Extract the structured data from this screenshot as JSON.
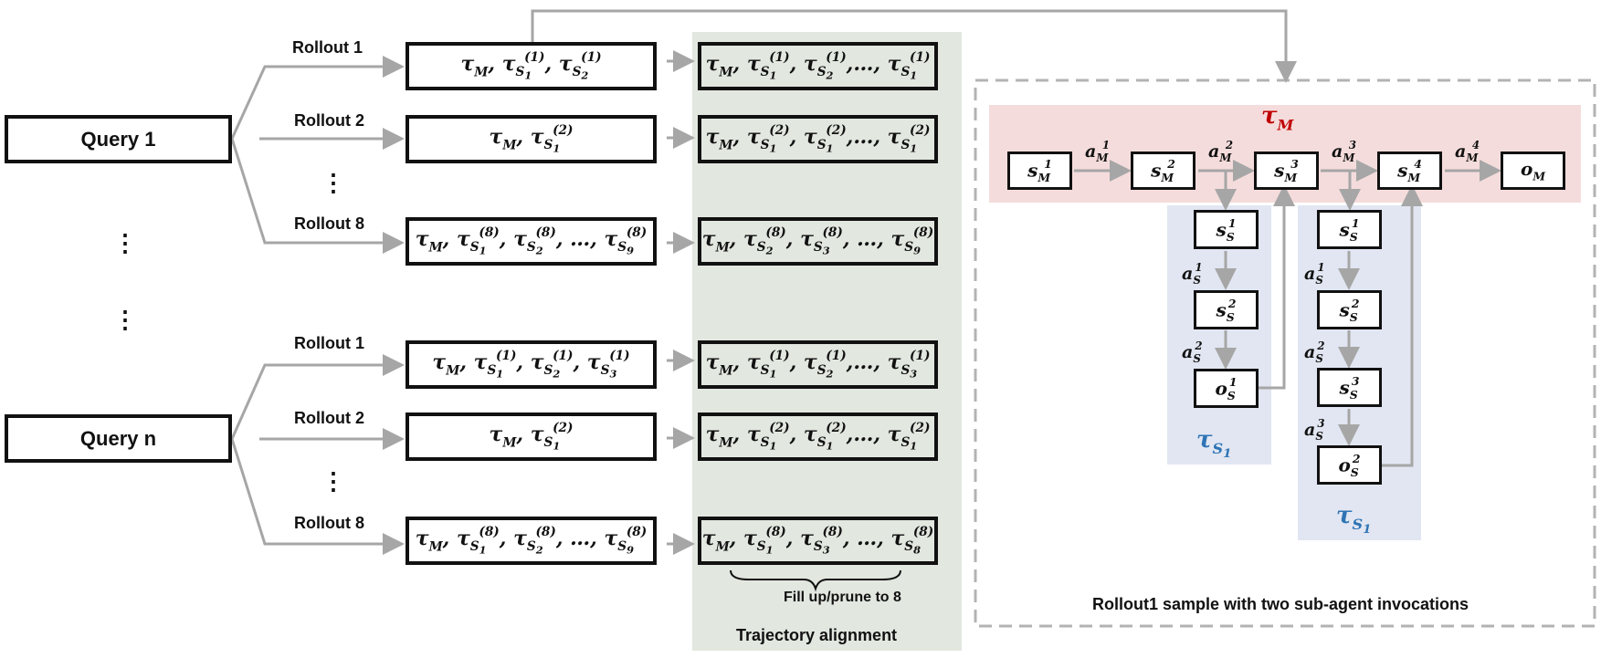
{
  "queries": [
    "Query 1",
    "Query n"
  ],
  "rollout_labels": {
    "r1": "Rollout 1",
    "r2": "Rollout 2",
    "r8": "Rollout 8"
  },
  "dots": "⋮",
  "panels": {
    "alignment_caption": "Trajectory alignment",
    "fill_note": "Fill up/prune to 8",
    "sample_caption": "Rollout1 sample with two sub-agent invocations"
  },
  "symbols": {
    "tau": "τ",
    "main_sub": "M",
    "sub_sub": "S",
    "s1": "S",
    "s1_index": "1"
  },
  "colors": {
    "arrow_gray": "#a6a6a6",
    "main_band": "#f5dcdc",
    "sub_band": "#e1e6f2",
    "alignment_band": "#e2e7e0",
    "tau_m_red": "#c00000",
    "tau_s_blue": "#2e74b5"
  }
}
